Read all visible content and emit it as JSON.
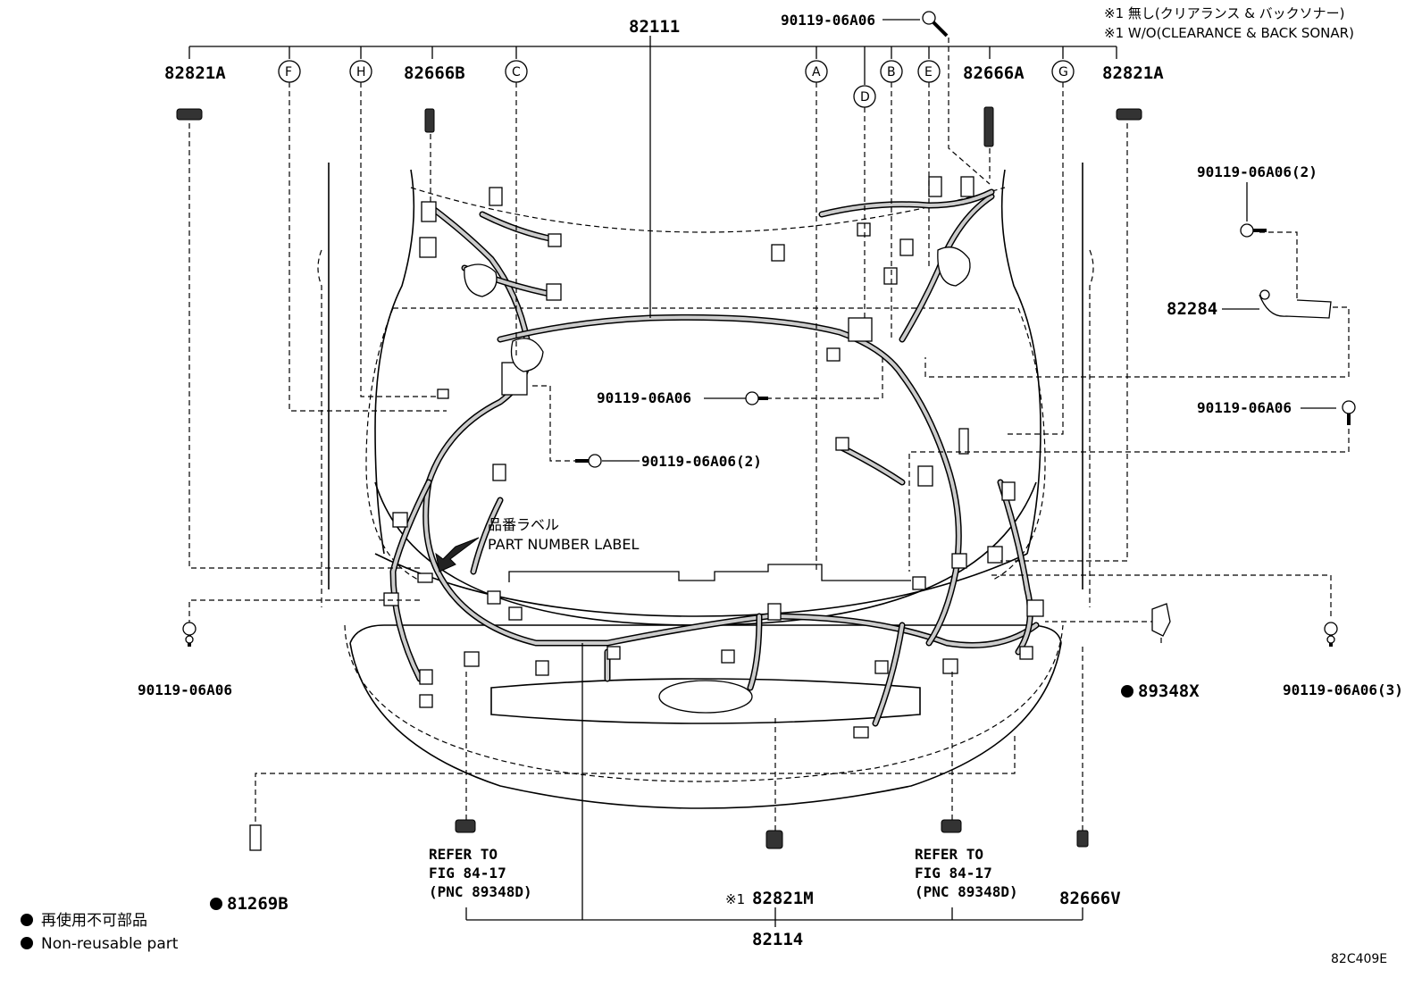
{
  "notes": {
    "note_jp": "※1 無し(クリアランス & バックソナー)",
    "note_en": "※1 W/O(CLEARANCE & BACK SONAR)"
  },
  "parts": {
    "main_harness": "82111",
    "bolt_top": "90119-06A06",
    "clamp_left": "82821A",
    "clamp_right": "82821A",
    "clip_left": "82666B",
    "clip_right": "82666A",
    "bolt_right_2": "90119-06A06(2)",
    "bracket": "82284",
    "bolt_center": "90119-06A06",
    "bolt_right_single": "90119-06A06",
    "bolt_mid_2": "90119-06A06(2)",
    "bolt_left_lower": "90119-06A06",
    "sensor_89348x": "89348X",
    "bolt_right_lower_3": "90119-06A06(3)",
    "part_81269b": "81269B",
    "clamp_82821m": "82821M",
    "clamp_82821m_mark": "※1",
    "clip_82666v": "82666V",
    "bumper_harness": "82114"
  },
  "callouts": [
    "F",
    "H",
    "C",
    "A",
    "D",
    "B",
    "E",
    "G"
  ],
  "part_number_label": {
    "jp": "品番ラベル",
    "en": "PART NUMBER LABEL"
  },
  "refer_left": [
    "REFER TO",
    "FIG 84-17",
    "(PNC 89348D)"
  ],
  "refer_right": [
    "REFER TO",
    "FIG 84-17",
    "(PNC 89348D)"
  ],
  "legend": {
    "jp": "再使用不可部品",
    "en": "Non-reusable part"
  },
  "figure_id": "82C409E"
}
